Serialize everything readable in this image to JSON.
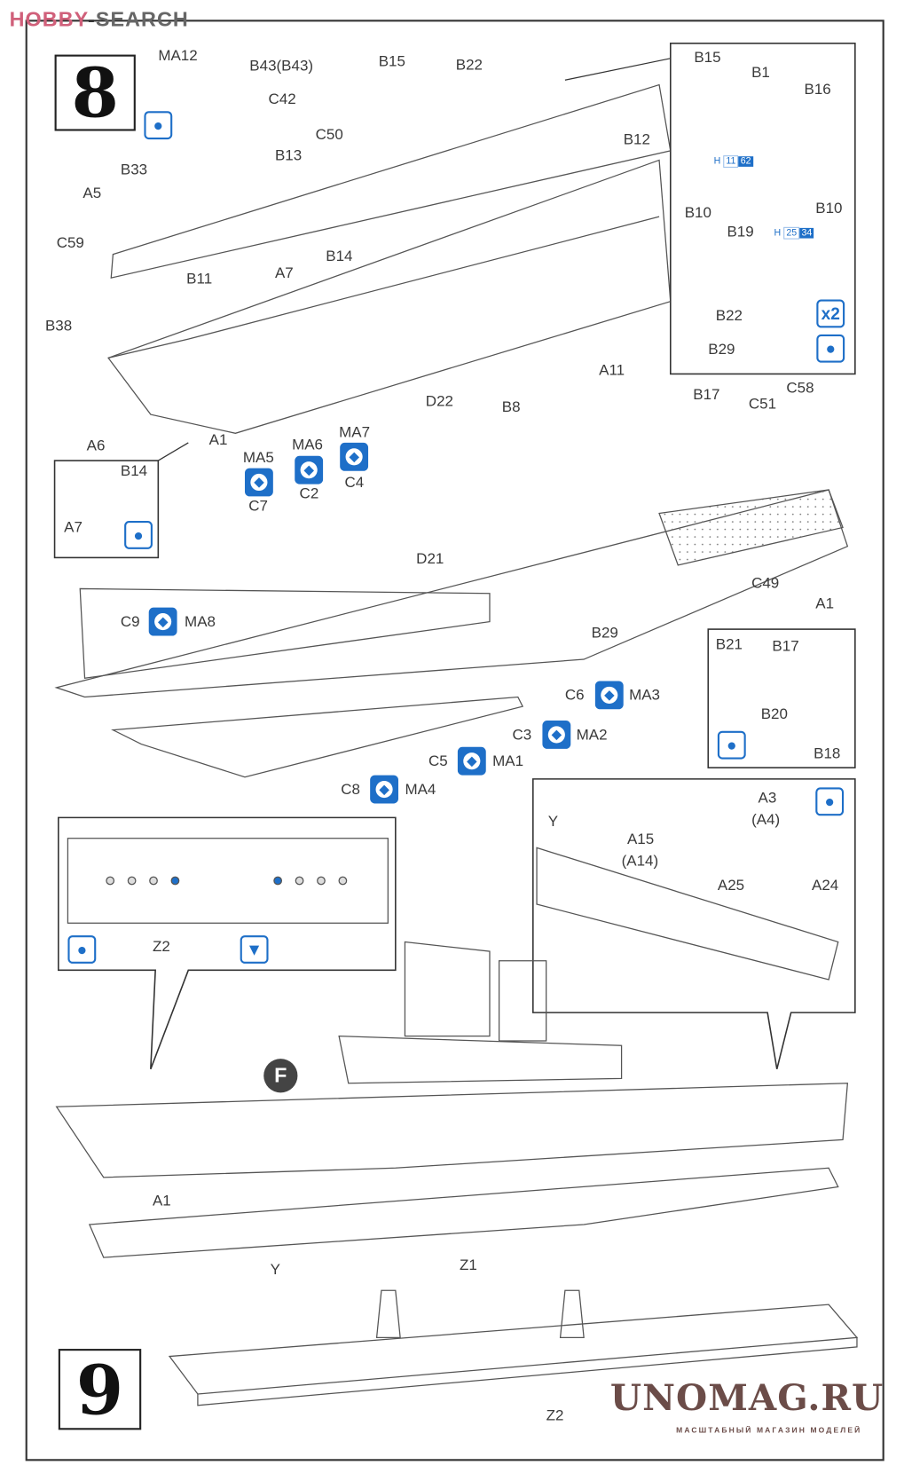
{
  "watermarks": {
    "top_left_a": "HOBBY",
    "top_left_b": "SEARCH",
    "bottom_right": "UNOMAG.RU",
    "bottom_right_sub": "МАСШТАБНЫЙ МАГАЗИН МОДЕЛЕЙ"
  },
  "steps": {
    "step8": "8",
    "step9": "9"
  },
  "step8_labels": {
    "MA12": "MA12",
    "B43": "B43(B43)",
    "B15": "B15",
    "B22": "B22",
    "B12": "B12",
    "C42": "C42",
    "C50": "C50",
    "B13": "B13",
    "B33": "B33",
    "A5": "A5",
    "C59": "C59",
    "B11": "B11",
    "A7": "A7",
    "B14": "B14",
    "B38": "B38",
    "A6": "A6",
    "A1": "A1",
    "MA5": "MA5",
    "MA6": "MA6",
    "MA7": "MA7",
    "C7": "C7",
    "C2": "C2",
    "C4": "C4",
    "D22": "D22",
    "D21": "D21",
    "B8": "B8",
    "A11": "A11",
    "B17": "B17",
    "C51": "C51",
    "C58": "C58",
    "C49": "C49",
    "A1b": "A1",
    "B29": "B29",
    "C9": "C9",
    "MA8": "MA8",
    "C6": "C6",
    "MA3": "MA3",
    "C3": "C3",
    "MA2": "MA2",
    "C5": "C5",
    "MA1": "MA1",
    "C8": "C8",
    "MA4": "MA4"
  },
  "inset_turret": {
    "B15": "B15",
    "B1": "B1",
    "B16": "B16",
    "B10a": "B10",
    "B19": "B19",
    "B10b": "B10",
    "h1_prefix": "H",
    "h1_a": "11",
    "h1_b": "62",
    "h2_prefix": "H",
    "h2_a": "25",
    "h2_b": "34",
    "B22": "B22",
    "B29": "B29",
    "x2": "x2"
  },
  "inset_b14": {
    "B14": "B14",
    "A7": "A7"
  },
  "inset_b21": {
    "B21": "B21",
    "B17": "B17",
    "B20": "B20",
    "B18": "B18"
  },
  "step9_labels": {
    "Z2a": "Z2",
    "Y1": "Y",
    "A15": "A15",
    "A14": "(A14)",
    "A3": "A3",
    "A4": "(A4)",
    "A25": "A25",
    "A24": "A24",
    "F": "F",
    "A1": "A1",
    "Y2": "Y",
    "Z1": "Z1",
    "Z2b": "Z2"
  },
  "icons": {
    "paint": "paint-icon",
    "glue": "cement-icon",
    "decal": "decal-icon",
    "repeat": "x2-icon"
  },
  "colors": {
    "accent": "#1e6fc8",
    "watermark_brown": "#6b4c48",
    "watermark_pink": "#d0607a"
  }
}
